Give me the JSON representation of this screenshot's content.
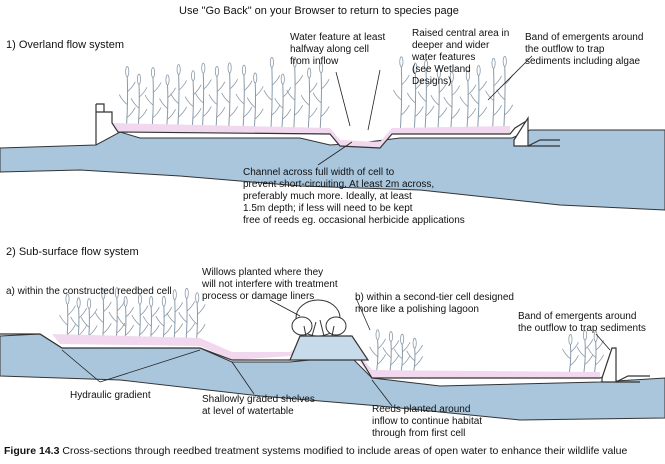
{
  "header": {
    "notice": "Use \"Go Back\" on your Browser to return to species page"
  },
  "section1": {
    "title": "1) Overland flow system",
    "water_feature": "Water feature at least\nhalfway along cell\nfrom inflow",
    "raised_area": "Raised central area in\ndeeper and wider\nwater features\n(see Wetland\nDesigns)",
    "band_emergents": "Band of emergents around\nthe outflow to trap\nsediments including algae",
    "channel": "Channel across full width of cell to\nprevent short-circuiting. At least 2m across,\npreferably much more. Ideally, at least\n1.5m depth; if less will need to be kept\nfree of reeds eg. occasional herbicide applications"
  },
  "section2": {
    "title": "2) Sub-surface flow system",
    "sub_a": "a) within the constructed reedbed cell",
    "willows": "Willows planted where they\nwill not interfere with treatment\nprocess or damage liners",
    "sub_b": "b) within a second-tier cell designed\nmore like a polishing lagoon",
    "band_emergents": "Band of emergents around\nthe outflow to trap sediments",
    "hydraulic": "Hydraulic gradient",
    "shelves": "Shallowly graded shelves\nat level of watertable",
    "reeds_inflow": "Reeds planted around\ninflow to continue habitat\nthrough from first cell"
  },
  "caption": {
    "label": "Figure 14.3",
    "text": " Cross-sections through reedbed treatment systems modified to include areas of open water to enhance their wildlife value"
  },
  "colors": {
    "water": "#a9c6dd",
    "bank": "#c7dbea",
    "liner": "#f1d8ee",
    "reed": "#8a9aa8",
    "outline": "#333333"
  }
}
